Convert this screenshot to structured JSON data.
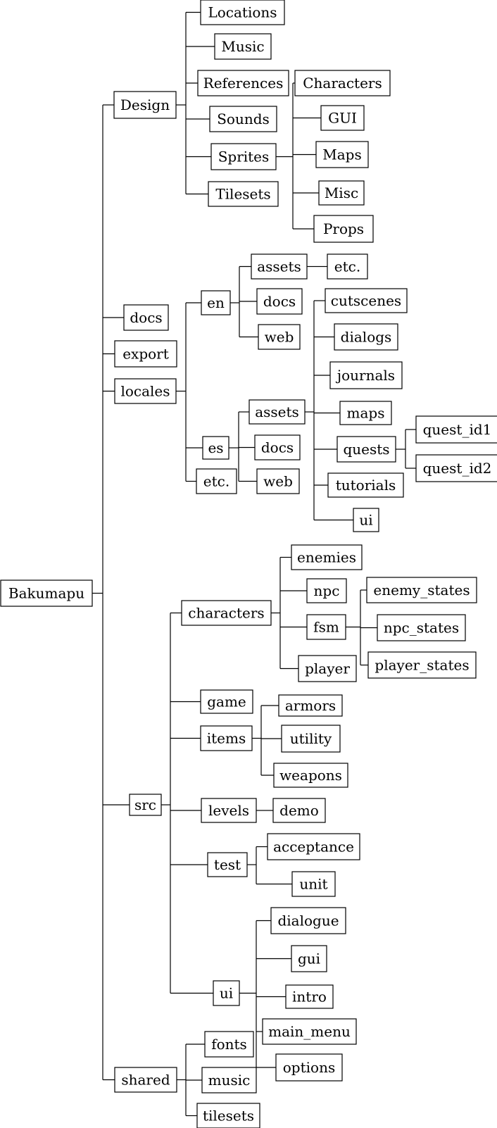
{
  "tree": {
    "id": "root",
    "label": "Bakumapu",
    "children": [
      {
        "id": "design",
        "label": "Design",
        "children": [
          {
            "id": "design-locations",
            "label": "Locations"
          },
          {
            "id": "design-music",
            "label": "Music"
          },
          {
            "id": "design-references",
            "label": "References"
          },
          {
            "id": "design-sounds",
            "label": "Sounds"
          },
          {
            "id": "design-sprites",
            "label": "Sprites",
            "children": [
              {
                "id": "sprites-characters",
                "label": "Characters"
              },
              {
                "id": "sprites-gui",
                "label": "GUI"
              },
              {
                "id": "sprites-maps",
                "label": "Maps"
              },
              {
                "id": "sprites-misc",
                "label": "Misc"
              },
              {
                "id": "sprites-props",
                "label": "Props"
              }
            ]
          },
          {
            "id": "design-tilesets",
            "label": "Tilesets"
          }
        ]
      },
      {
        "id": "docs",
        "label": "docs"
      },
      {
        "id": "export",
        "label": "export"
      },
      {
        "id": "locales",
        "label": "locales",
        "children": [
          {
            "id": "locales-en",
            "label": "en",
            "children": [
              {
                "id": "en-assets",
                "label": "assets",
                "children": [
                  {
                    "id": "en-assets-etc",
                    "label": "etc."
                  }
                ]
              },
              {
                "id": "en-docs",
                "label": "docs"
              },
              {
                "id": "en-web",
                "label": "web"
              }
            ]
          },
          {
            "id": "locales-es",
            "label": "es",
            "children": [
              {
                "id": "es-assets",
                "label": "assets",
                "children": [
                  {
                    "id": "es-cutscenes",
                    "label": "cutscenes"
                  },
                  {
                    "id": "es-dialogs",
                    "label": "dialogs"
                  },
                  {
                    "id": "es-journals",
                    "label": "journals"
                  },
                  {
                    "id": "es-maps",
                    "label": "maps"
                  },
                  {
                    "id": "es-quests",
                    "label": "quests",
                    "children": [
                      {
                        "id": "quest-id1",
                        "label": "quest_id1"
                      },
                      {
                        "id": "quest-id2",
                        "label": "quest_id2"
                      }
                    ]
                  },
                  {
                    "id": "es-tutorials",
                    "label": "tutorials"
                  },
                  {
                    "id": "es-ui",
                    "label": "ui"
                  }
                ]
              },
              {
                "id": "es-docs",
                "label": "docs"
              },
              {
                "id": "es-web",
                "label": "web"
              }
            ]
          },
          {
            "id": "locales-etc",
            "label": "etc."
          }
        ]
      },
      {
        "id": "src",
        "label": "src",
        "children": [
          {
            "id": "src-characters",
            "label": "characters",
            "children": [
              {
                "id": "char-enemies",
                "label": "enemies"
              },
              {
                "id": "char-npc",
                "label": "npc"
              },
              {
                "id": "char-fsm",
                "label": "fsm",
                "children": [
                  {
                    "id": "fsm-enemy-states",
                    "label": "enemy_states"
                  },
                  {
                    "id": "fsm-npc-states",
                    "label": "npc_states"
                  },
                  {
                    "id": "fsm-player-states",
                    "label": "player_states"
                  }
                ]
              },
              {
                "id": "char-player",
                "label": "player"
              }
            ]
          },
          {
            "id": "src-game",
            "label": "game"
          },
          {
            "id": "src-items",
            "label": "items",
            "children": [
              {
                "id": "items-armors",
                "label": "armors"
              },
              {
                "id": "items-utility",
                "label": "utility"
              },
              {
                "id": "items-weapons",
                "label": "weapons"
              }
            ]
          },
          {
            "id": "src-levels",
            "label": "levels",
            "children": [
              {
                "id": "levels-demo",
                "label": "demo"
              }
            ]
          },
          {
            "id": "src-test",
            "label": "test",
            "children": [
              {
                "id": "test-acceptance",
                "label": "acceptance"
              },
              {
                "id": "test-unit",
                "label": "unit"
              }
            ]
          },
          {
            "id": "src-ui",
            "label": "ui",
            "children": [
              {
                "id": "ui-dialogue",
                "label": "dialogue"
              },
              {
                "id": "ui-gui",
                "label": "gui"
              },
              {
                "id": "ui-intro",
                "label": "intro"
              },
              {
                "id": "ui-main-menu",
                "label": "main_menu"
              },
              {
                "id": "ui-options",
                "label": "options"
              }
            ]
          }
        ]
      },
      {
        "id": "shared",
        "label": "shared",
        "children": [
          {
            "id": "shared-fonts",
            "label": "fonts"
          },
          {
            "id": "shared-music",
            "label": "music"
          },
          {
            "id": "shared-tilesets",
            "label": "tilesets"
          }
        ]
      }
    ]
  }
}
